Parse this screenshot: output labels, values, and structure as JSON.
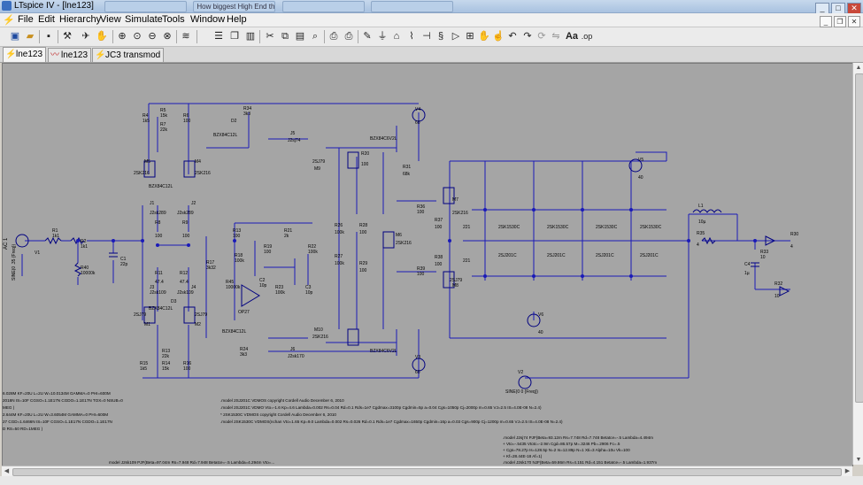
{
  "window": {
    "title": "LTspice IV - [lne123]",
    "taskbar_tabs": [
      "",
      "How biggest High End thin...",
      "",
      ""
    ],
    "controls": {
      "minimize": "_",
      "maximize": "□",
      "close": "✕"
    }
  },
  "menu": {
    "items": [
      "File",
      "Edit",
      "Hierarchy",
      "View",
      "Simulate",
      "Tools",
      "Window",
      "Help"
    ],
    "mdi": {
      "minimize": "_",
      "restore": "❐",
      "close": "✕"
    }
  },
  "toolbar": {
    "icons": [
      "open-schematic-icon",
      "open-file-icon",
      "save-icon",
      "control-panel-icon",
      "run-icon",
      "pan-icon",
      "zoom-in-icon",
      "zoom-fit-icon",
      "zoom-out-icon",
      "zoom-area-icon",
      "waveform-icon",
      "tile-horizontal-icon",
      "cascade-icon",
      "tile-vertical-icon",
      "cut-icon",
      "copy-icon",
      "paste-icon",
      "find-icon",
      "print-preview-icon",
      "print-icon",
      "draw-wire-icon",
      "ground-icon",
      "label-net-icon",
      "resistor-icon",
      "capacitor-icon",
      "inductor-icon",
      "diode-icon",
      "component-icon",
      "move-icon",
      "drag-icon",
      "undo-icon",
      "redo-icon",
      "rotate-icon",
      "mirror-icon",
      "text-icon",
      "spice-directive-icon"
    ],
    "text_tool_label": "Aa",
    "spice_label": ".op"
  },
  "tabs": [
    {
      "label": "lne123",
      "icon": "schematic-icon",
      "active": true
    },
    {
      "label": "lne123",
      "icon": "waveform-icon",
      "active": false
    },
    {
      "label": "JC3 transmod",
      "icon": "schematic-icon",
      "active": false
    }
  ],
  "colors": {
    "wire": "#1a1ab8",
    "canvas": "#a5a5a5",
    "component": "#000080"
  },
  "schematic": {
    "labels": {
      "v1": "V1",
      "v1_spec": "SINE(0 .35 {Freq})",
      "v1_ac": "AC 1",
      "r1": "R1",
      "r1v": "1k1",
      "r2": "R2",
      "r2v": "1k1",
      "r40": "R40",
      "r40v": "10000k",
      "c1": "C1",
      "c1v": "22p",
      "r4": "R4",
      "r4v": "1k5",
      "r5": "R5",
      "r5v": "15k",
      "r7": "R7",
      "r7v": "22k",
      "r6": "R6",
      "r6v": "100",
      "r34": "R34",
      "r34v": "3k3",
      "d2": "D2",
      "d2m": "BZX84C12L",
      "d_bzx1": "BZX84C12L",
      "m5": "M5",
      "m4": "M4",
      "m5m": "2SK216",
      "m4m": "2SK216",
      "j1": "J1",
      "j2": "J2",
      "j1m": "J2sk289",
      "j2m": "J2sk289",
      "r8": "R8",
      "r9": "R9",
      "r8v": "100",
      "r9v": "100",
      "r11": "R11",
      "r12": "R12",
      "r11v": "47.4",
      "r12v": "47.4",
      "j3": "J3",
      "j4": "J4",
      "j3m": "J2sk109",
      "j4m": "J2sk109",
      "m1": "M1",
      "m2": "M2",
      "m1m": "2SJ79",
      "m2m": "2SJ79",
      "d3": "D3",
      "d3m": "BZX84C12L",
      "r14": "R14",
      "r14v": "15k",
      "r15": "R15",
      "r15v": "1k5",
      "r13": "R13",
      "r13v": "22k",
      "r16": "R16",
      "r16v": "100",
      "r13b": "R13",
      "r13bv": "100",
      "r17": "R17",
      "r17v": "3k32",
      "r18": "R18",
      "r18v": "100k",
      "r21": "R21",
      "r21v": "2k",
      "r22": "R22",
      "r22v": "100k",
      "r23": "R23",
      "r23v": "100k",
      "r24": "R24",
      "r24v": "3k3",
      "c2": "C2",
      "c2v": "10p",
      "c3": "C3",
      "c3v": "10p",
      "r45": "R45",
      "r45v": "10000k",
      "u1": "OP27",
      "d4": "BZX84C12L",
      "j5": "J5",
      "j6": "J6",
      "j5m": "J2sj74",
      "j6m": "J2sk170",
      "m9": "M9",
      "m10": "M10",
      "m9m": "2SJ79",
      "m10m": "2SK216",
      "r20": "R20",
      "r20v": "100",
      "r31": "R31",
      "r31v": "68k",
      "d5": "BZX84C6V2L",
      "d6": "BZX84C6V2L",
      "r26": "R26",
      "r26v": "100k",
      "r27": "R27",
      "r27v": "100k",
      "r28": "R28",
      "r28v": "100",
      "r29": "R29",
      "r29v": "100",
      "m6": "M6",
      "m6m": "2SK216",
      "v4": "V4",
      "v4v": "60",
      "v5": "V5",
      "v5v": "40",
      "v3": "V3",
      "v3v": "60",
      "v6": "V6",
      "v6v": "40",
      "r36": "R36",
      "r36v": "100",
      "r37": "R37",
      "r37v": "100",
      "r39": "R39",
      "r39v": "100",
      "r38": "R38",
      "r38v": "100",
      "m7": "M7",
      "m7m": "2SK216",
      "m8": "M8",
      "m8m": "2SJ79",
      "rbank_v": "221",
      "mtop_m": "2SK1530C",
      "mbot_m": "2SJ201C",
      "l1": "L1",
      "l1v": "10µ",
      "r35": "R35",
      "r35v": "4",
      "r33": "R33",
      "r33v": "10",
      "c4": "C4",
      "c4v": "1µ",
      "r32": "R32",
      "r32v": "10",
      "r30": "R30",
      "r30v": "4",
      "v2": "V2",
      "v2v": "SINE(0 0 {Freq})",
      "r19": "R19",
      "r19v": "100"
    },
    "directives": [
      ".model 2SJ201C VDMOS copyright Cordell Audio December 6, 2010",
      ".model 2SJ201C VDMO Vto=-1.6 Kp=4.6 Lambda=0.002 Rs=0.04 Rd=0.1 Rds=1e7 Cgdmax=3100p Cgdmin=5p a=0.04 Cgs=1050p Cj=2000p m=0.65 VJ=2.5 IS=4.0E-08 N=2.4)",
      "* 2SK1530C VDMOS copyright Cordell Audio December 6, 2010",
      ".model 2SK1530C VDMOS(nchan Vto=1.65 Kp=9.0 Lambda=0.002 Rs=0.026 Rd=0.1 Rds=1e7 Cgdmax=1650p Cgdmin=16p a=0.03 Cgs=900p Cj=1200p m=0.65 VJ=2.5 IS=4.0E-08 N=2.4)"
    ],
    "left_models": [
      "6.028M KF=20U L=2U W=10.0134M GAMMA=0 PHI=600M",
      "2018N IS=10F CGSO=1.1E17N CGDO=1.1E17N TOX=0 NSUB=0",
      "MEG )",
      "2.644M KF=20U L=2U W=3.6054M GAMMA=0 PHI=600M",
      "27 CGD=1.6466N IS=10F CGSO=1.1E17N CGDO=1.1E17N",
      "D RS=50 RD=1MEG )"
    ],
    "right_models": [
      ".model J2sj74 PJF(Beta=93.12m Rs=7.748 Rd=7.748 Betatce=-.5 Lambda=4.494m",
      "+ Vto=-.5435 Vtotc=-2.9m Cgd=86.57p M=.3246 Pb=.2906 Fc=.5",
      "+ Cgs=78.27p Is=128.5p N=2 Is=12.89p N=1 Xti=3 Alpha=10u Vk=100",
      "+ Kf=28.44E-18 Af=1)",
      ".model J2sk170 NJF(Beta=59.86m Rs=4.151 Rd=4.151 Betatce=-.5 Lambda=1.937m"
    ],
    "bottom_cut": "model J2sk109 PJF(Beta=97.04m Rs=7.948 Rd=7.948 Betatce=-.5 Lambda=4.294m Vto=..."
  }
}
